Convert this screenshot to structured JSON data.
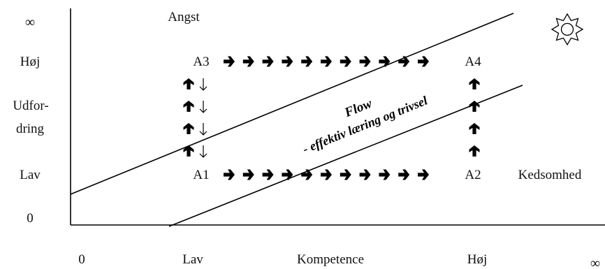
{
  "y_axis": {
    "infinity": "∞",
    "high": "Høj",
    "label_line1": "Udfor-",
    "label_line2": "dring",
    "low": "Lav",
    "zero": "0"
  },
  "x_axis": {
    "zero": "0",
    "low": "Lav",
    "label": "Kompetence",
    "high": "Høj",
    "infinity": "∞"
  },
  "zones": {
    "anxiety": "Angst",
    "boredom": "Kedsomhed",
    "flow_title": "Flow",
    "flow_subtitle": "- effektiv læring og trivsel"
  },
  "points": {
    "a1": "A1",
    "a2": "A2",
    "a3": "A3",
    "a4": "A4"
  },
  "icons": {
    "sun": "sun-icon",
    "bold_arrow": "bold-arrow-icon",
    "thin_arrow": "thin-down-arrow-icon"
  },
  "arrow_counts": {
    "top_row": 11,
    "bottom_row": 11,
    "left_column": 4,
    "right_column": 4
  }
}
